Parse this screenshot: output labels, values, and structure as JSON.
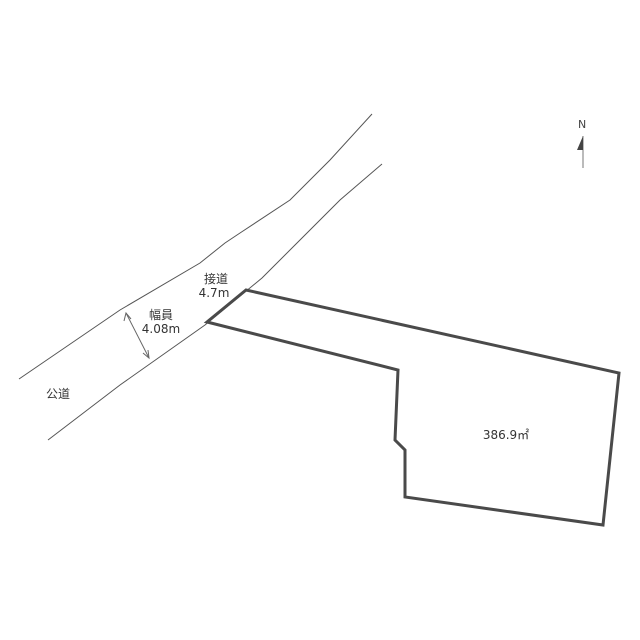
{
  "road": {
    "label": "公道",
    "width_label": "幅員",
    "width_value": "4.08m"
  },
  "frontage": {
    "label": "接道",
    "value": "4.7m"
  },
  "lot": {
    "area": "386.9㎡"
  },
  "compass": {
    "letter": "N"
  },
  "colors": {
    "lot_outline": "#4a4a4a",
    "road_line": "#555555",
    "text": "#333333"
  }
}
